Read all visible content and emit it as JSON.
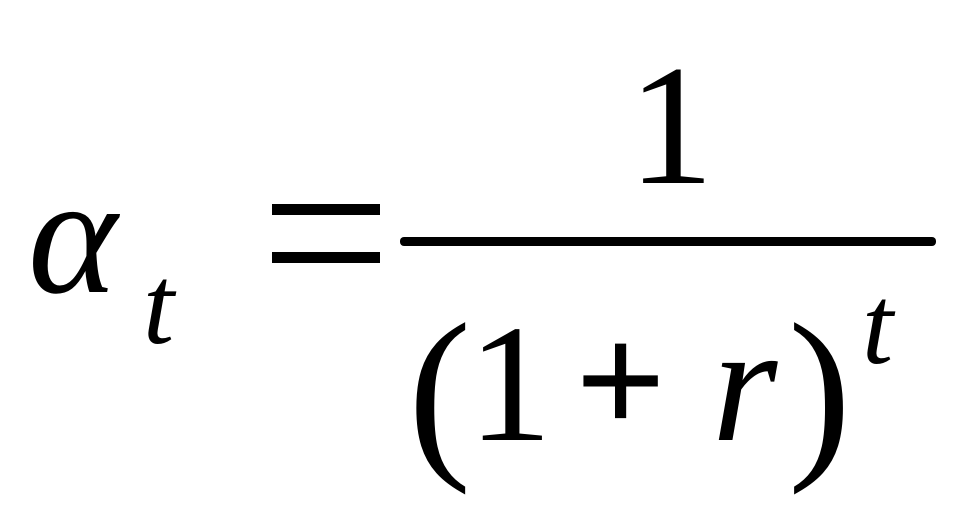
{
  "formula": {
    "lhs": {
      "symbol": "α",
      "subscript": "t"
    },
    "relation": "=",
    "numerator": "1",
    "denominator": {
      "open_paren": "(",
      "one": "1",
      "plus": "+",
      "variable": "r",
      "close_paren": ")",
      "exponent": "t"
    }
  }
}
